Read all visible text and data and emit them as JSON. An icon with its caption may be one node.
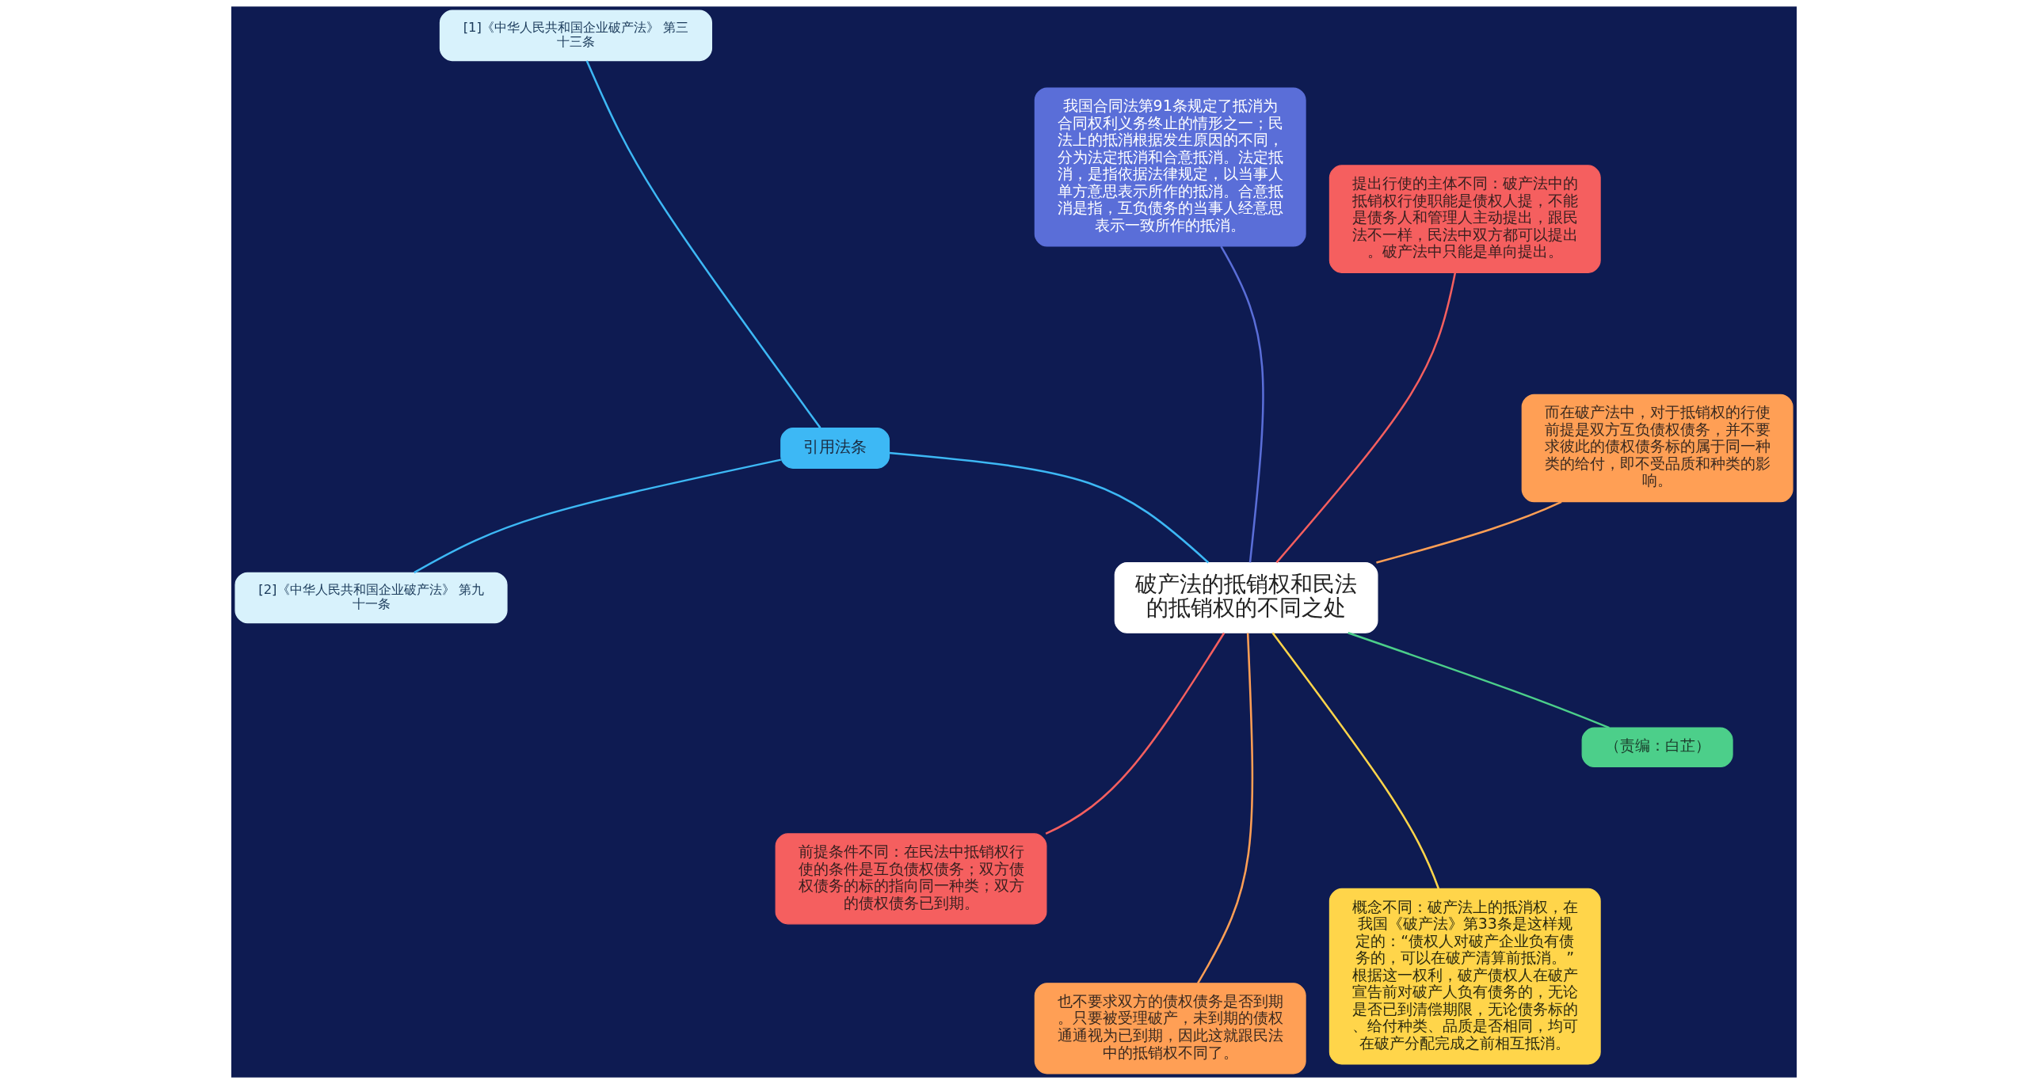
{
  "diagram": {
    "nodes": [
      {
        "text": [
          "破产法的抵销权和民法的抵销权的不同之处"
        ]
      },
      {
        "text": [
          "而在破产法中，对于抵销权的行使前提是双方互负债权债务，并不要求彼此的债权债务标的属于同一种类的给付，即不受品质和种类的影响。"
        ]
      },
      {
        "text": [
          "提出行使的主体不同：破产法中的抵销权行使职能是债权人提，不能是债务人和管理人主动提出，跟民法不一样，民法中双方都可以提出。破产法中只能是单向提出。"
        ]
      },
      {
        "text": [
          "我国合同法第91条规定了抵消为合同权利义务终止的情形之一；民法上的抵消根据发生原因的不同，分为法定抵消和合意抵消。法定抵消，是指依据法律规定，以当事人单方意思表示所作的抵消。合意抵消是指，互负债务的当事人经意思表示一致所作的抵消。"
        ]
      },
      {
        "text": [
          "引用法条"
        ]
      },
      {
        "text": [
          "[1]《中华人民共和国企业破产法》 第三十三条"
        ]
      },
      {
        "text": [
          "[2]《中华人民共和国企业破产法》 第九十一条"
        ]
      },
      {
        "text": [
          "前提条件不同：在民法中抵销权行使的条件是互负债权债务；双方债权债务的标的指向同一种类；双方的债权债务已到期。"
        ]
      },
      {
        "text": [
          "也不要求双方的债权债务是否到期。只要被受理破产，未到期的债权通通视为已到期，因此这就跟民法中的抵销权不同了。"
        ]
      },
      {
        "text": [
          "概念不同：破产法上的抵消权，在我国《破产法》第33条是这样规定的：“债权人对破产企业负有债务的，可以在破产清算前抵消。”根据这一权利，破产债权人在破产宣告前对破产人负有债务的，无论是否已到清偿期限，无论债务标的、给付种类、品质是否相同，均可在破产分配完成之前相互抵消。"
        ]
      },
      {
        "text": [
          "（责编：白芷）"
        ]
      }
    ],
    "edges": [
      {
        "from": 0,
        "to": 1,
        "arrow": "none",
        "color": "#ff9f55"
      },
      {
        "from": 0,
        "to": 2,
        "arrow": "none",
        "color": "#f55f5f"
      },
      {
        "from": 0,
        "to": 3,
        "arrow": "none",
        "color": "#5a6ed8"
      },
      {
        "from": 0,
        "to": 4,
        "arrow": "none",
        "color": "#3db8f5"
      },
      {
        "from": 4,
        "to": 5,
        "arrow": "none",
        "color": "#3db8f5"
      },
      {
        "from": 4,
        "to": 6,
        "arrow": "none",
        "color": "#3db8f5"
      },
      {
        "from": 0,
        "to": 7,
        "arrow": "none",
        "color": "#f55f5f"
      },
      {
        "from": 0,
        "to": 8,
        "arrow": "none",
        "color": "#ff9f55"
      },
      {
        "from": 0,
        "to": 9,
        "arrow": "none",
        "color": "#ffd54a"
      },
      {
        "from": 0,
        "to": 10,
        "arrow": "none",
        "color": "#4ccf8a"
      }
    ]
  }
}
